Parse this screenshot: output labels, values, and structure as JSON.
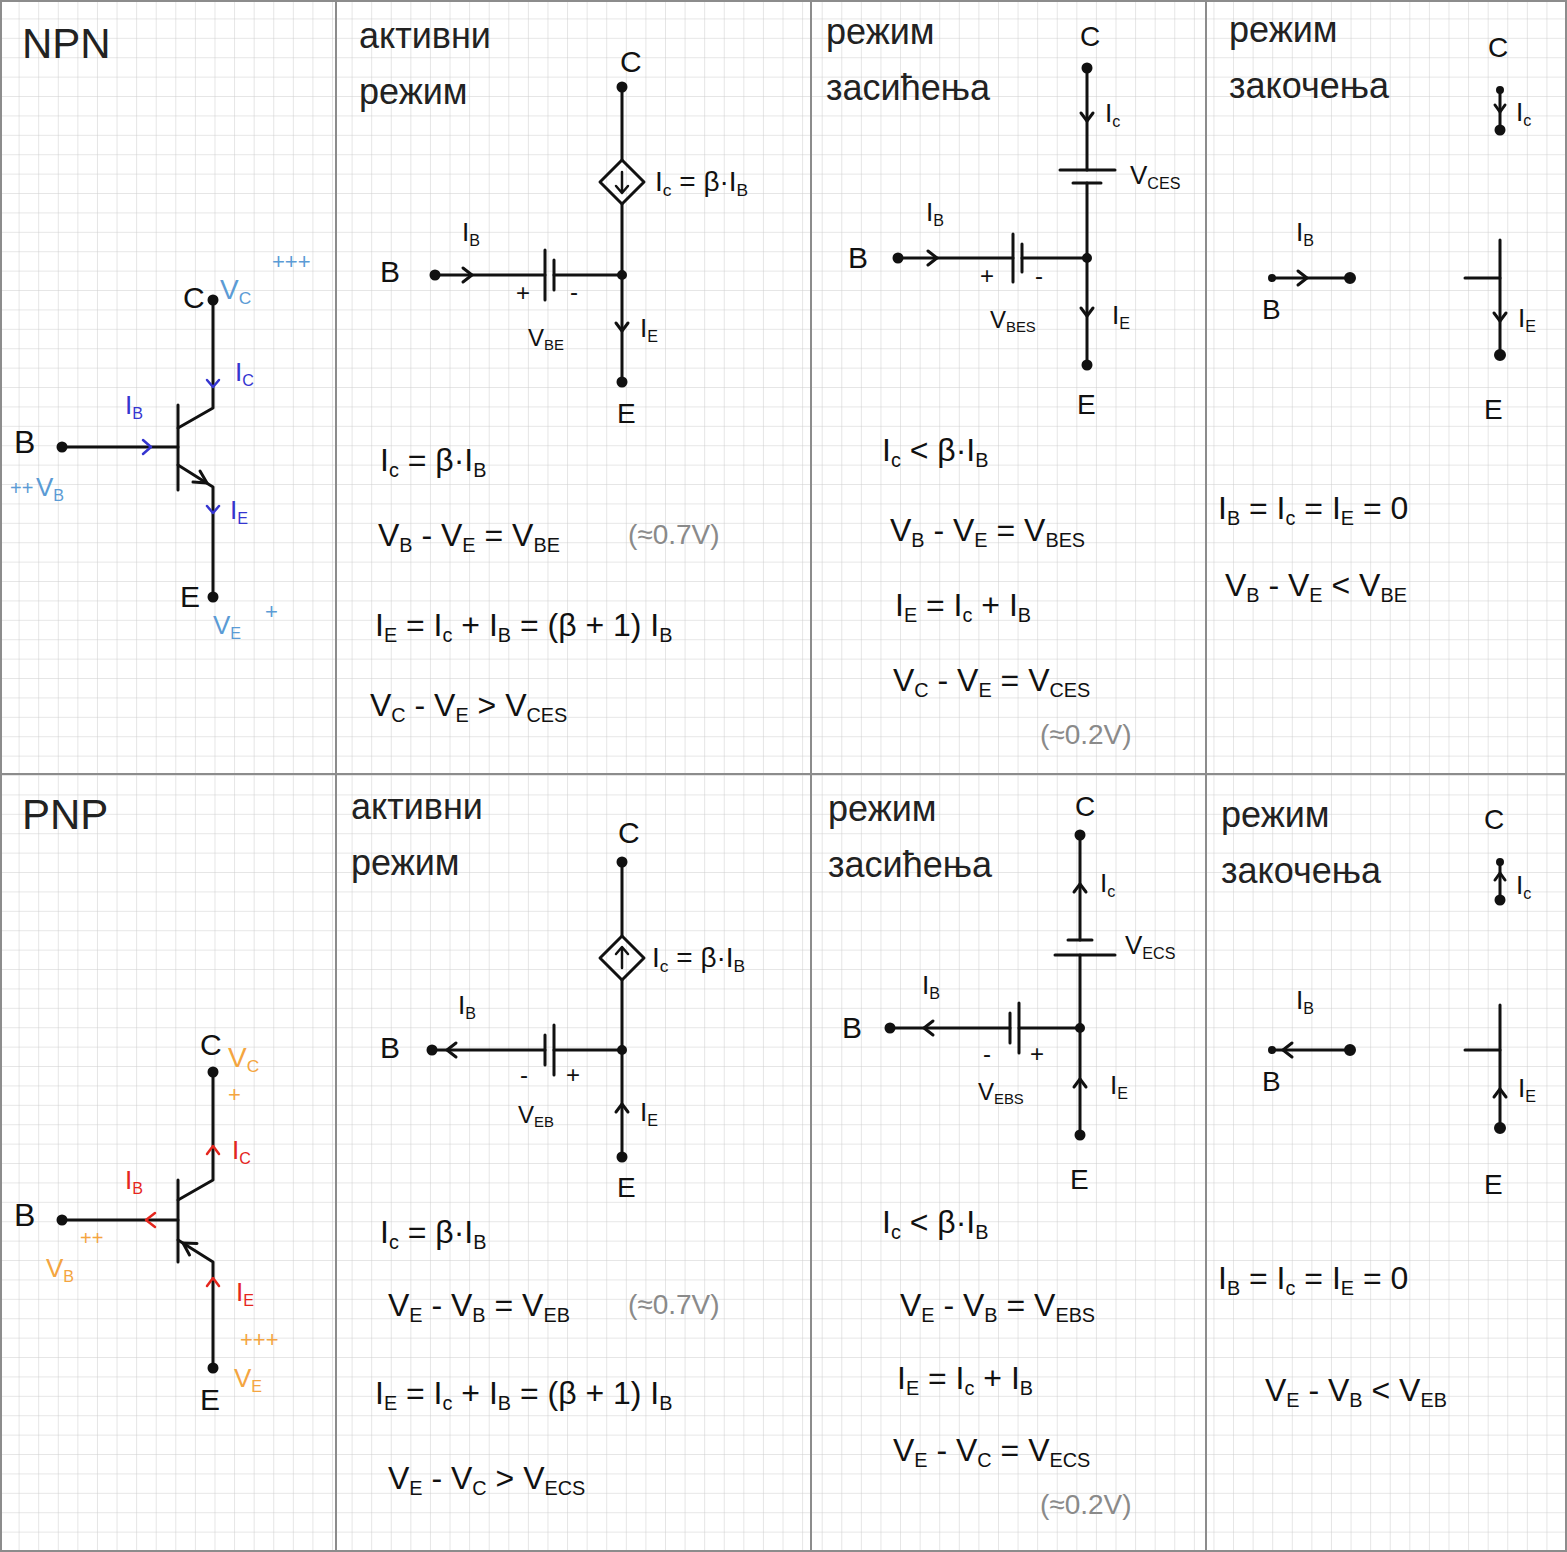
{
  "diagram": {
    "nodes": [
      {
        "text": [
          "NPN"
        ]
      },
      {
        "text": [
          "активни режим"
        ]
      },
      {
        "text": [
          "режим засићења"
        ]
      },
      {
        "text": [
          "режим закочења"
        ]
      },
      {
        "text": [
          "PNP"
        ]
      },
      {
        "text": [
          "активни режим"
        ]
      },
      {
        "text": [
          "режим засићења"
        ]
      },
      {
        "text": [
          "режим закочења"
        ]
      }
    ],
    "labels": [
      "C",
      "VC",
      "+++",
      "IC",
      "IB",
      "B",
      "++",
      "VB",
      "E",
      "VE",
      "+",
      "IE",
      "C",
      "Ic = β·IB",
      "IB",
      "B",
      "+",
      "-",
      "VBE",
      "IE",
      "E",
      "Ic = β·IB",
      "VB - VE = VBE",
      "(≈0.7V)",
      "IE = Ic + IB = (β + 1) IB",
      "VC - VE > VCES",
      "C",
      "Ic",
      "VCES",
      "IB",
      "B",
      "+",
      "-",
      "VBES",
      "IE",
      "E",
      "Ic < β·IB",
      "VB - VE = VBES",
      "IE = Ic + IB",
      "VC - VE = VCES",
      "(≈0.2V)",
      "C",
      "Ic",
      "IB",
      "B",
      "IE",
      "E",
      "IB = Ic = IE = 0",
      "VB - VE < VBE",
      "C",
      "VC",
      "+",
      "IC",
      "IB",
      "B",
      "++",
      "VB",
      "IE",
      "+++",
      "VE",
      "E",
      "C",
      "Ic = β·IB",
      "IB",
      "B",
      "-",
      "+",
      "VEB",
      "IE",
      "E",
      "Ic = β·IB",
      "VE - VB = VEB",
      "(≈0.7V)",
      "IE = Ic + IB = (β + 1) IB",
      "VE - VC > VECS",
      "C",
      "Ic",
      "VECS",
      "IB",
      "B",
      "-",
      "+",
      "VEBS",
      "IE",
      "E",
      "Ic < β·IB",
      "VE - VB = VEBS",
      "IE = Ic + IB",
      "VE - VC = VECS",
      "(≈0.2V)",
      "C",
      "Ic",
      "IB",
      "B",
      "IE",
      "E",
      "IB = Ic = IE = 0",
      "VE - VB < VEB"
    ]
  }
}
